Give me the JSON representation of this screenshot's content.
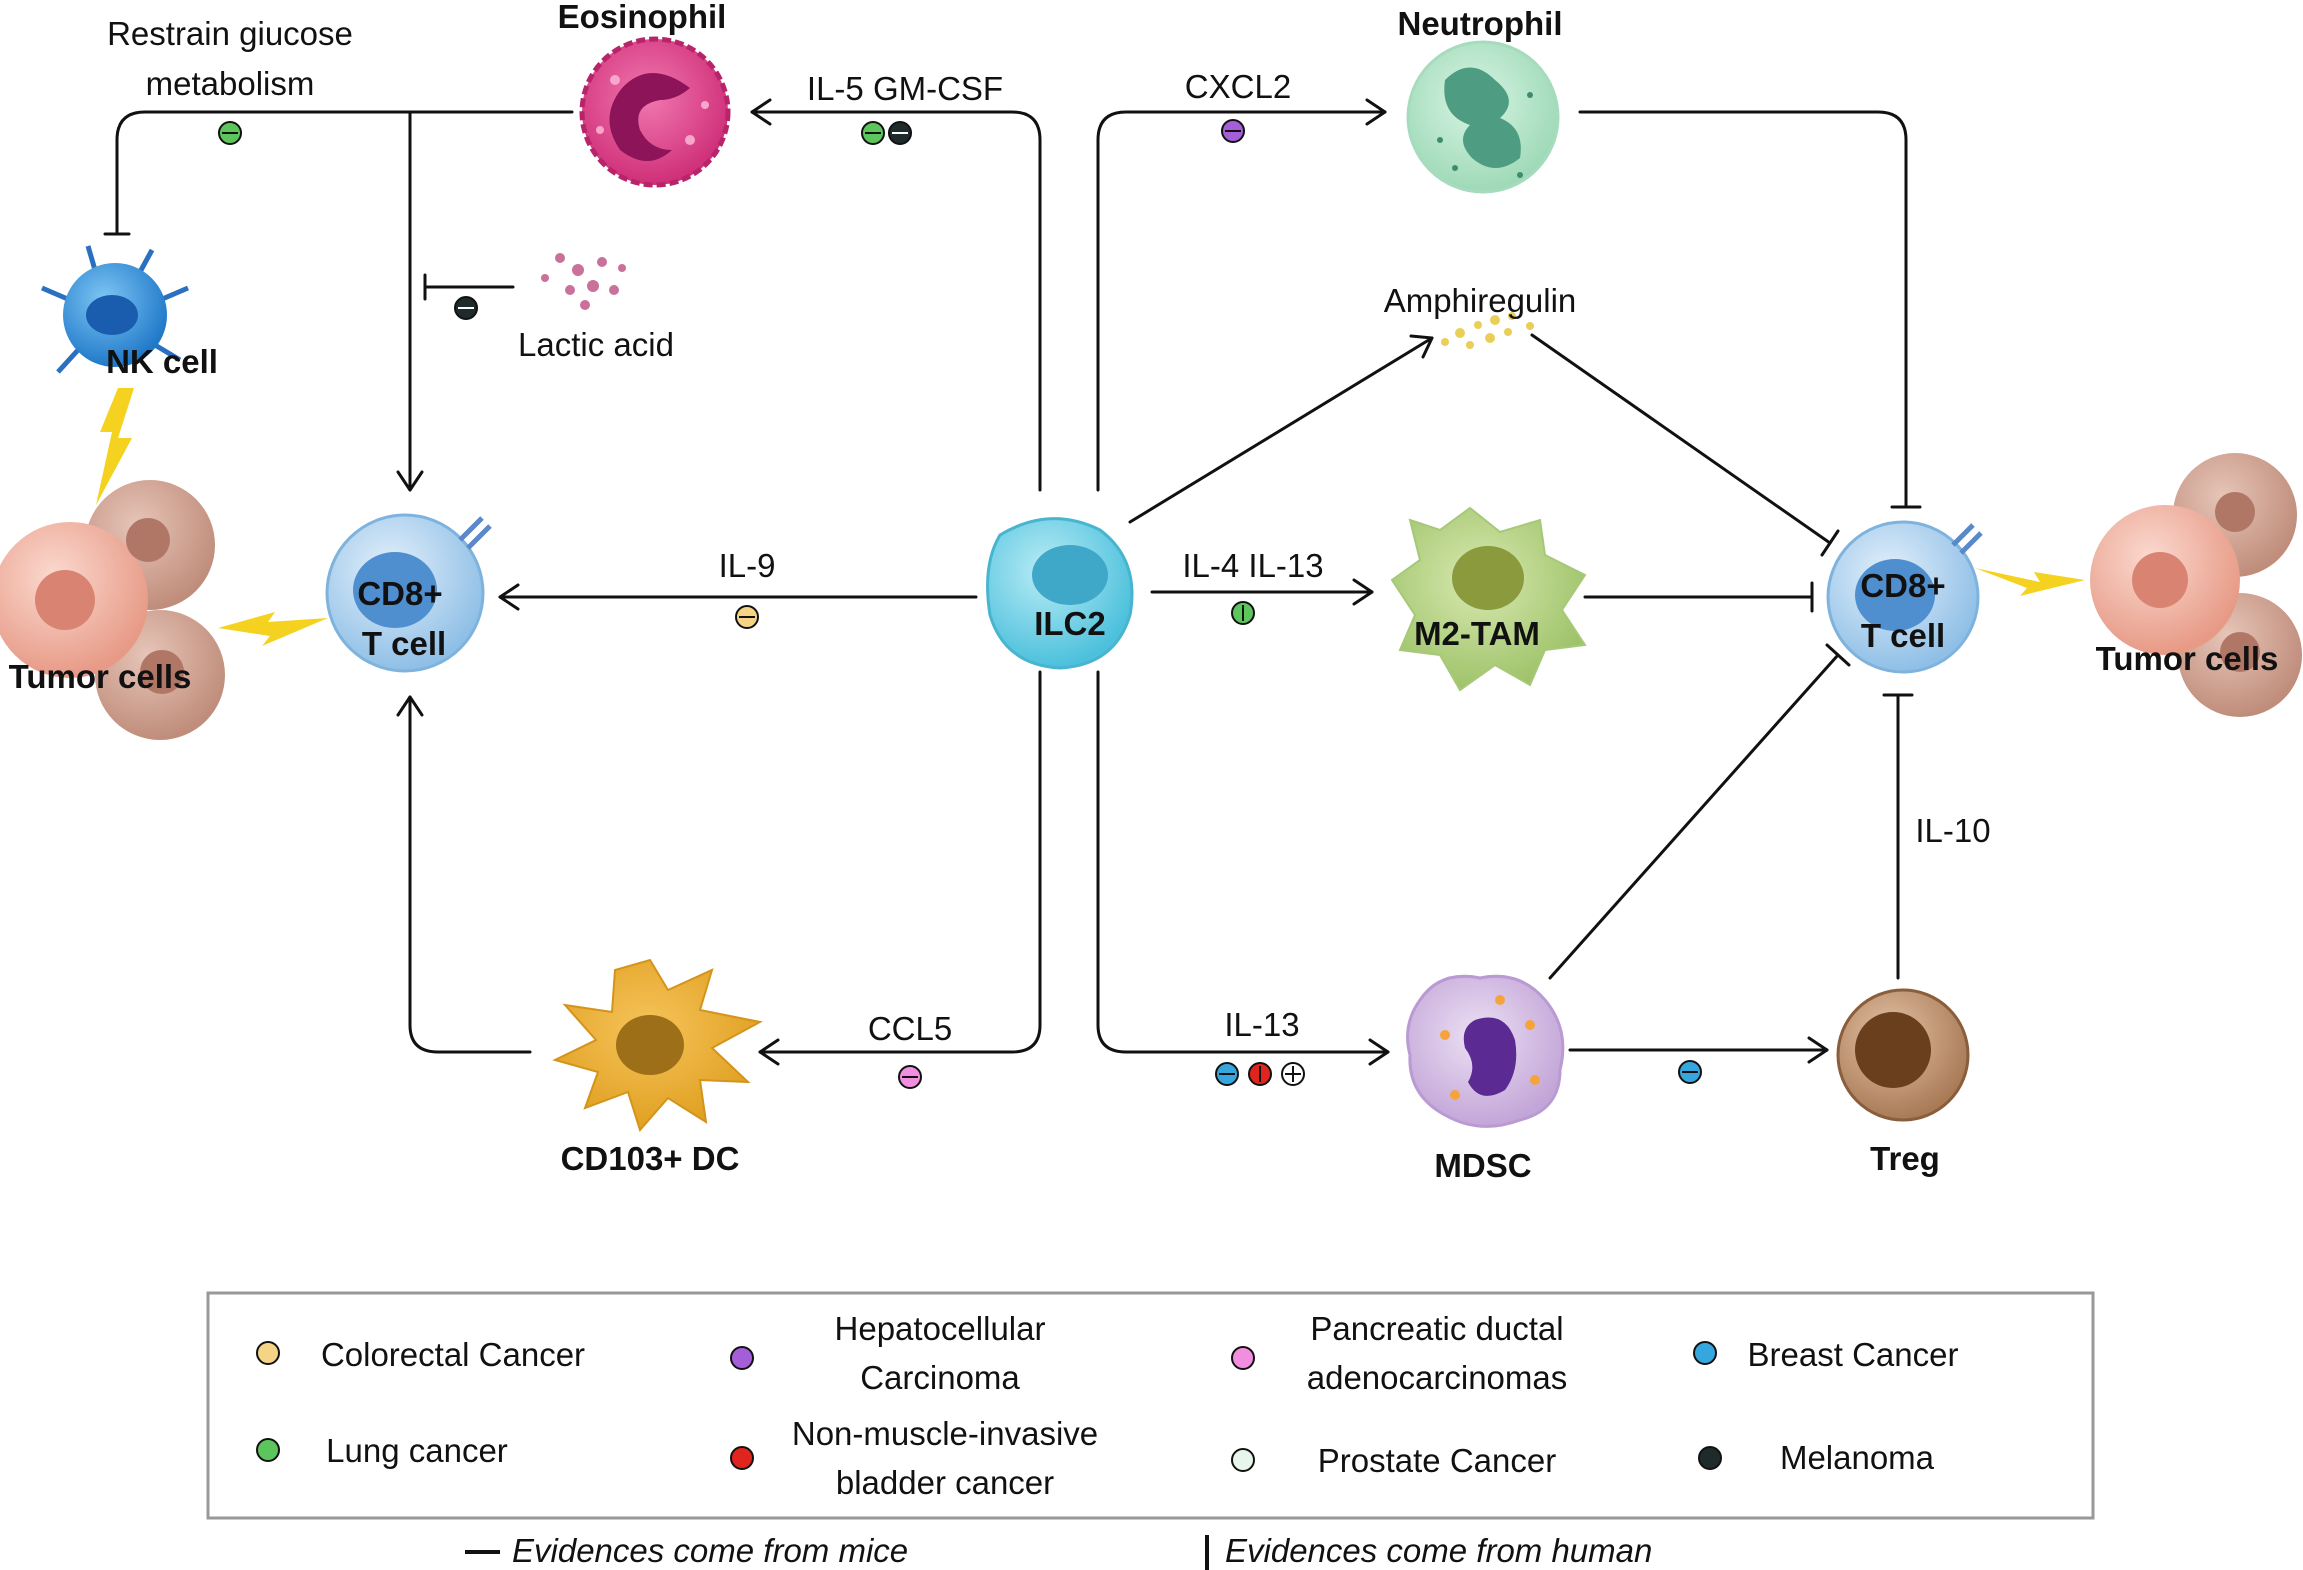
{
  "cells": {
    "eosinophil": "Eosinophil",
    "neutrophil": "Neutrophil",
    "nk": "NK cell",
    "tumor_left": "Tumor cells",
    "tumor_right": "Tumor cells",
    "cd8_left_1": "CD8+",
    "cd8_left_2": "T cell",
    "cd8_right_1": "CD8+",
    "cd8_right_2": "T cell",
    "ilc2": "ILC2",
    "m2tam": "M2-TAM",
    "dc": "CD103+ DC",
    "mdsc": "MDSC",
    "treg": "Treg"
  },
  "labels": {
    "restrain_1": "Restrain giucose",
    "restrain_2": "metabolism",
    "il5": "IL-5 GM-CSF",
    "cxcl2": "CXCL2",
    "lactic": "Lactic acid",
    "amphiregulin": "Amphiregulin",
    "il9": "IL-9",
    "il4": "IL-4 IL-13",
    "ccl5": "CCL5",
    "il13": "IL-13",
    "il10": "IL-10"
  },
  "legend": {
    "items": [
      {
        "lines": [
          "Colorectal Cancer"
        ],
        "color": "#f6d486"
      },
      {
        "lines": [
          "Hepatocellular",
          "Carcinoma"
        ],
        "color": "#a35ed8"
      },
      {
        "lines": [
          "Pancreatic ductal",
          "adenocarcinomas"
        ],
        "color": "#f28ee0"
      },
      {
        "lines": [
          "Breast Cancer"
        ],
        "color": "#35a7de"
      },
      {
        "lines": [
          "Lung cancer"
        ],
        "color": "#5cc65c"
      },
      {
        "lines": [
          "Non-muscle-invasive",
          "bladder cancer"
        ],
        "color": "#e0241e"
      },
      {
        "lines": [
          "Prostate Cancer"
        ],
        "color": "#e8f5ec"
      },
      {
        "lines": [
          "Melanoma"
        ],
        "color": "#1f2b2a"
      }
    ],
    "mice_note": "Evidences come from mice",
    "human_note": "Evidences come from human"
  },
  "colors": {
    "colorectal": "#f6d486",
    "lung": "#5cc65c",
    "hepatocellular": "#a35ed8",
    "pancreatic": "#f28ee0",
    "breast": "#35a7de",
    "bladder": "#e0241e",
    "prostate": "#e8f5ec",
    "melanoma": "#1f2b2a"
  }
}
